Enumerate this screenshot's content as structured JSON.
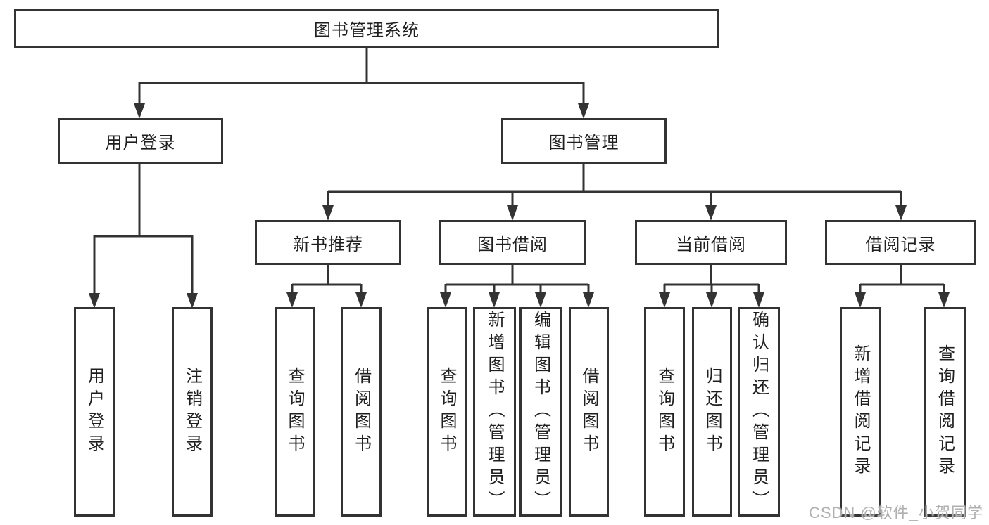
{
  "tree": {
    "root": "图书管理系统",
    "children": [
      {
        "label": "用户登录",
        "children": [
          {
            "label": "用户登录"
          },
          {
            "label": "注销登录"
          }
        ]
      },
      {
        "label": "图书管理",
        "children": [
          {
            "label": "新书推荐",
            "children": [
              {
                "label": "查询图书"
              },
              {
                "label": "借阅图书"
              }
            ]
          },
          {
            "label": "图书借阅",
            "children": [
              {
                "label": "查询图书"
              },
              {
                "label": "新增图书（管理员）"
              },
              {
                "label": "编辑图书（管理员）"
              },
              {
                "label": "借阅图书"
              }
            ]
          },
          {
            "label": "当前借阅",
            "children": [
              {
                "label": "查询图书"
              },
              {
                "label": "归还图书"
              },
              {
                "label": "确认归还（管理员）"
              }
            ]
          },
          {
            "label": "借阅记录",
            "children": [
              {
                "label": "新增借阅记录"
              },
              {
                "label": "查询借阅记录"
              }
            ]
          }
        ]
      }
    ]
  },
  "watermark": "CSDN @软件_小贺同学",
  "colors": {
    "line": "#333333",
    "box_fill": "#ffffff",
    "background": "#ffffff",
    "text": "#1f1f1f",
    "watermark": "#b0b0b0"
  }
}
